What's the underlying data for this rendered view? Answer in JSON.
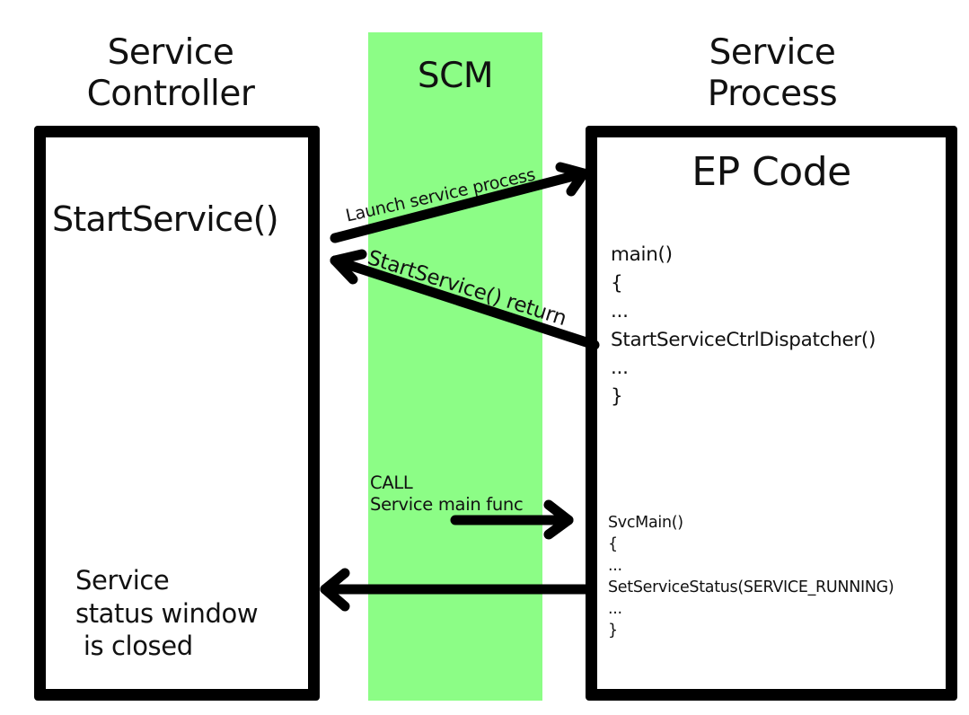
{
  "colors": {
    "scm_band": "#8cfd86",
    "stroke": "#000000",
    "background": "#ffffff"
  },
  "columns": {
    "service_controller": {
      "title_line1": "Service",
      "title_line2": "Controller"
    },
    "scm": {
      "title": "SCM"
    },
    "service_process": {
      "title_line1": "Service",
      "title_line2": "Process"
    }
  },
  "service_controller_box": {
    "call": "StartService()",
    "status_text": "Service\nstatus window\n is closed"
  },
  "service_process_box": {
    "title": "EP Code",
    "main_code": "main()\n{\n...\nStartServiceCtrlDispatcher()\n...\n}",
    "svcmain_code": "SvcMain()\n{\n...\nSetServiceStatus(SERVICE_RUNNING)\n...\n}"
  },
  "arrows": [
    {
      "id": "launch",
      "label": "Launch service process",
      "from": "Service Controller",
      "to": "Service Process"
    },
    {
      "id": "return",
      "label": "StartService() return",
      "from": "Service Process",
      "to": "Service Controller"
    },
    {
      "id": "call-main",
      "label": "CALL\nService main func",
      "from": "SCM",
      "to": "Service Process"
    },
    {
      "id": "status",
      "label": "",
      "from": "Service Process",
      "to": "Service Controller"
    }
  ]
}
